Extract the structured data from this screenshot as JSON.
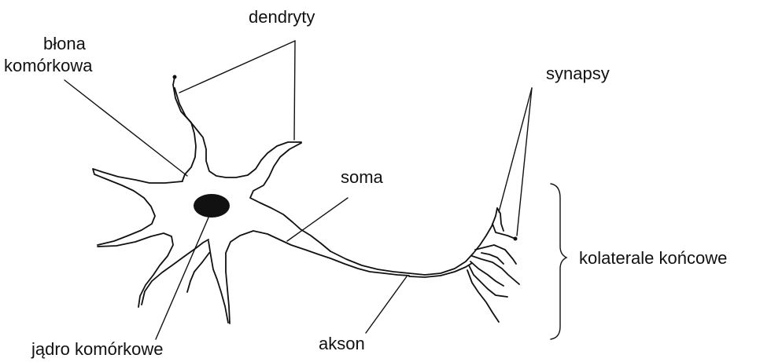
{
  "labels": {
    "dendrites": "dendryty",
    "membrane_line1": "błona",
    "membrane_line2": "komórkowa",
    "synapses": "synapsy",
    "soma": "soma",
    "terminal_collaterals": "kolaterale końcowe",
    "nucleus": "jądro komórkowe",
    "axon": "akson"
  },
  "colors": {
    "background": "#ffffff",
    "ink": "#111111"
  }
}
